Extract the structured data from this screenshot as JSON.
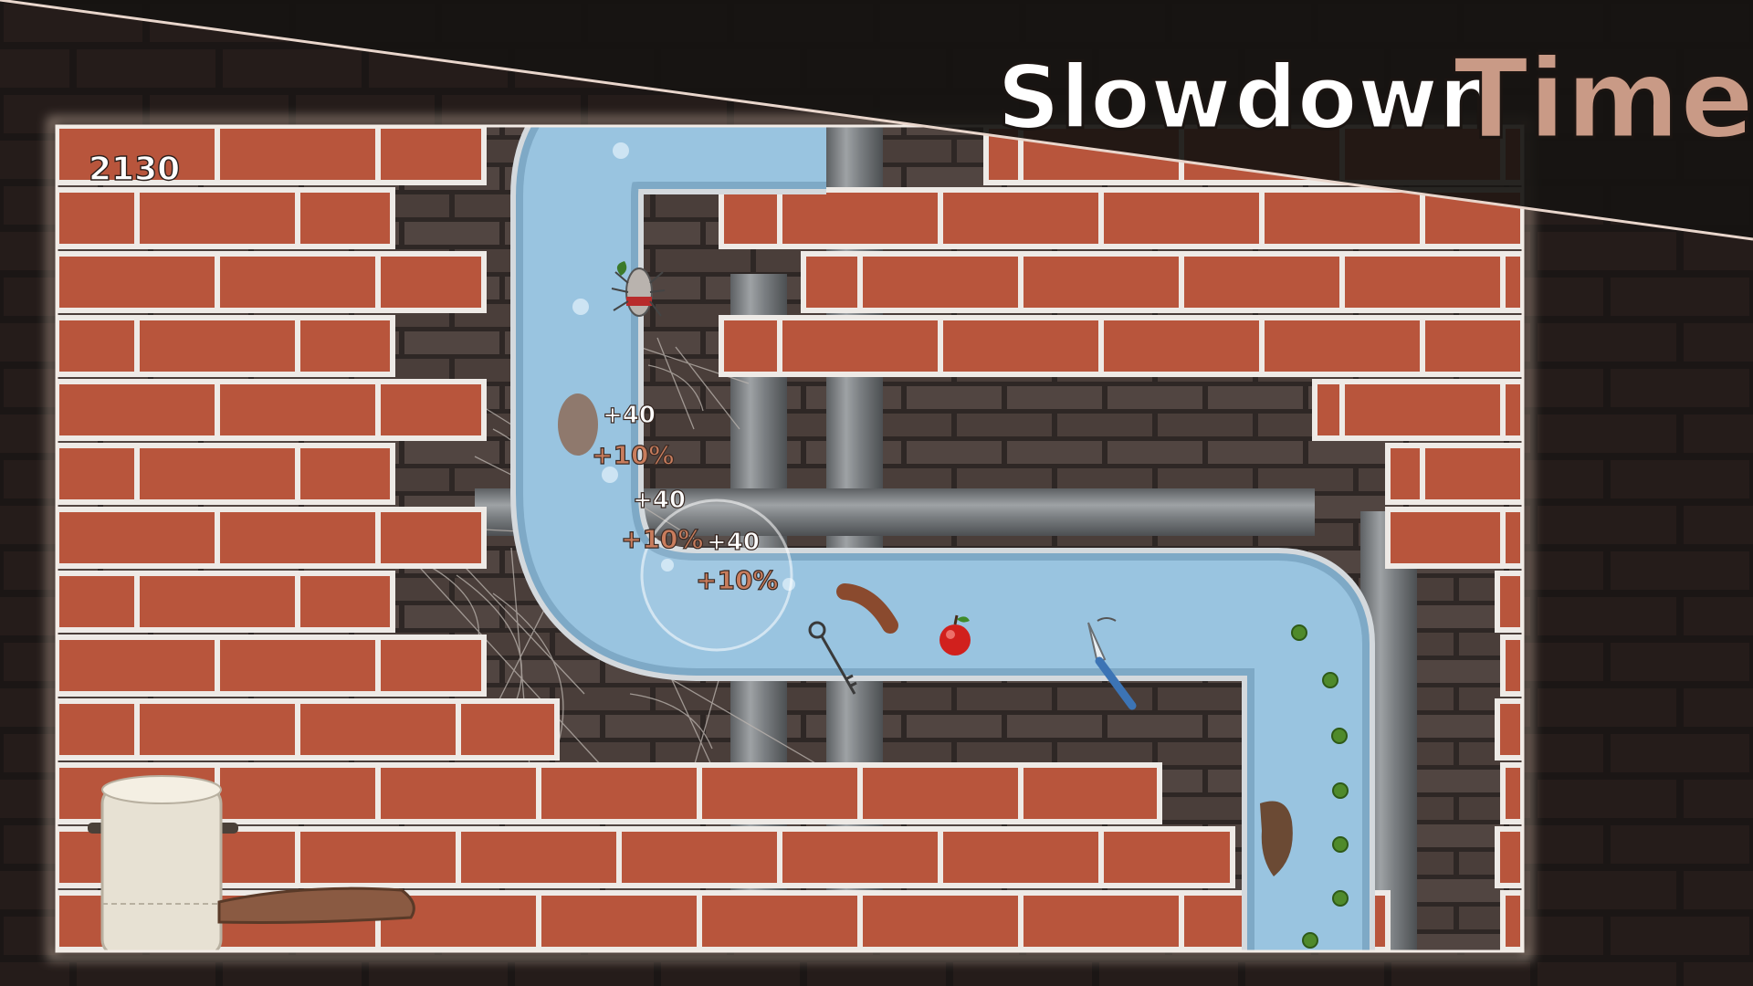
{
  "banner": {
    "word1": "Slow",
    "word2": "down",
    "word3": "Time",
    "accent_color": "#c99a86"
  },
  "hud": {
    "score": "2130"
  },
  "popups": [
    {
      "points": "+40",
      "bonus": "+10%"
    },
    {
      "points": "+40",
      "bonus": "+10%"
    },
    {
      "points": "+40",
      "bonus": "+10%"
    }
  ],
  "items": [
    "sausage",
    "apple",
    "knife",
    "key",
    "spider",
    "pea",
    "toilet-paper",
    "poop-log",
    "brown-stain"
  ],
  "colors": {
    "brick": "#b8553c",
    "mortar": "#eeeae6",
    "water": "#8fbcd9",
    "pipe_rim": "#d0d6da",
    "dark_brick": "#4a3e39",
    "pea": "#4f8a2b"
  }
}
